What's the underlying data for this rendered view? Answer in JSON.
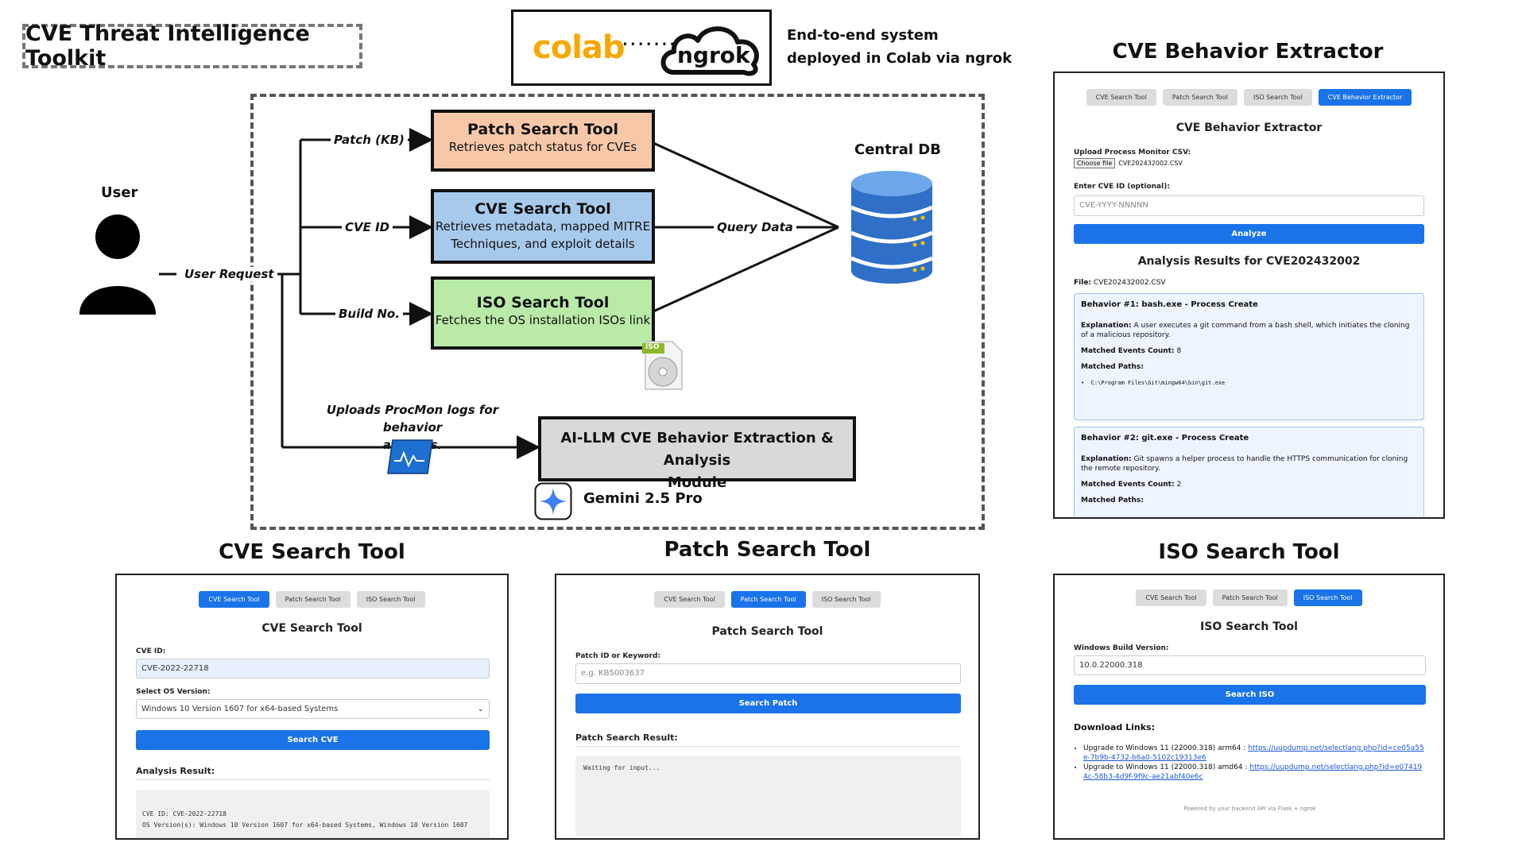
{
  "toolkit_title": "CVE Threat Intelligence Toolkit",
  "deploy": {
    "colab": "colab",
    "dots": "·······",
    "ngrok": "ngrok",
    "caption_line1": "End-to-end system",
    "caption_line2": "deployed in Colab via ngrok"
  },
  "diagram": {
    "user_label": "User",
    "user_request": "User Request",
    "patch_label": "Patch (KB)",
    "cve_label": "CVE ID",
    "build_label": "Build No.",
    "query_data": "Query Data",
    "central_db": "Central DB",
    "procmon_label_1": "Uploads ProcMon logs for behavior",
    "procmon_label_2": "analysis.",
    "patch_tool": {
      "title": "Patch Search Tool",
      "desc1": "Retrieves patch status for CVEs",
      "color": "#f6c8a8"
    },
    "cve_tool": {
      "title": "CVE Search Tool",
      "desc1": "Retrieves metadata, mapped MITRE",
      "desc2": "Techniques, and exploit details",
      "color": "#a7c9ec"
    },
    "iso_tool": {
      "title": "ISO Search Tool",
      "desc1": "Fetches the OS installation ISOs link",
      "color": "#b9eaa8"
    },
    "iso_badge": "ISO",
    "ai_module": {
      "line1": "AI-LLM CVE Behavior Extraction & Analysis",
      "line2": "Module",
      "color": "#d9d9d9"
    },
    "gemini": "Gemini 2.5 Pro"
  },
  "behavior_panel": {
    "heading": "CVE Behavior Extractor",
    "tabs": [
      "CVE Search Tool",
      "Patch Search Tool",
      "ISO Search Tool",
      "CVE Behavior Extractor"
    ],
    "active_tab": 3,
    "title": "CVE Behavior Extractor",
    "upload_label": "Upload Process Monitor CSV:",
    "choose_file": "Choose file",
    "file_name": "CVE202432002.CSV",
    "cve_label": "Enter CVE ID (optional):",
    "cve_placeholder": "CVE-YYYY-NNNNN",
    "analyze": "Analyze",
    "results_title": "Analysis Results for CVE202432002",
    "file_prefix": "File:",
    "file_value": "CVE202432002.CSV",
    "behaviors": [
      {
        "title": "Behavior #1: bash.exe - Process Create",
        "explanation_label": "Explanation:",
        "explanation": "A user executes a git command from a bash shell, which initiates the cloning of a malicious repository.",
        "count_label": "Matched Events Count:",
        "count": "8",
        "paths_label": "Matched Paths:",
        "path": "C:\\Program Files\\Git\\mingw64\\bin\\git.exe"
      },
      {
        "title": "Behavior #2: git.exe - Process Create",
        "explanation_label": "Explanation:",
        "explanation": "Git spawns a helper process to handle the HTTPS communication for cloning the remote repository.",
        "count_label": "Matched Events Count:",
        "count": "2",
        "paths_label": "Matched Paths:"
      }
    ]
  },
  "cve_panel": {
    "heading": "CVE Search Tool",
    "tabs": [
      "CVE Search Tool",
      "Patch Search Tool",
      "ISO Search Tool"
    ],
    "active_tab": 0,
    "title": "CVE Search Tool",
    "cve_label": "CVE ID:",
    "cve_value": "CVE-2022-22718",
    "os_label": "Select OS Version:",
    "os_value": "Windows 10 Version 1607 for x64-based Systems",
    "button": "Search CVE",
    "result_label": "Analysis Result:",
    "result_line1": "CVE ID: CVE-2022-22718",
    "result_line2": "OS Version(s): Windows 10 Version 1607 for x64-based Systems, Windows 10 Version 1607"
  },
  "patch_panel": {
    "heading": "Patch Search Tool",
    "tabs": [
      "CVE Search Tool",
      "Patch Search Tool",
      "ISO Search Tool"
    ],
    "active_tab": 1,
    "title": "Patch Search Tool",
    "patch_label": "Patch ID or Keyword:",
    "patch_placeholder": "e.g. KB5003637",
    "button": "Search Patch",
    "result_label": "Patch Search Result:",
    "result_text": "Waiting for input..."
  },
  "iso_panel": {
    "heading": "ISO Search Tool",
    "tabs": [
      "CVE Search Tool",
      "Patch Search Tool",
      "ISO Search Tool"
    ],
    "active_tab": 2,
    "title": "ISO Search Tool",
    "build_label": "Windows Build Version:",
    "build_value": "10.0.22000.318",
    "button": "Search ISO",
    "downloads_label": "Download Links:",
    "links": [
      {
        "text": "Upgrade to Windows 11 (22000.318) arm64 :",
        "url": "https://uupdump.net/selectlang.php?id=ce05a55e-7b9b-4732-b6a0-5102c19313e6"
      },
      {
        "text": "Upgrade to Windows 11 (22000.318) amd64 :",
        "url": "https://uupdump.net/selectlang.php?id=e074194c-58b3-4d9f-9f9c-ae21abf40e6c"
      }
    ],
    "footer": "Powered by your backend API via Flask + ngrok"
  }
}
